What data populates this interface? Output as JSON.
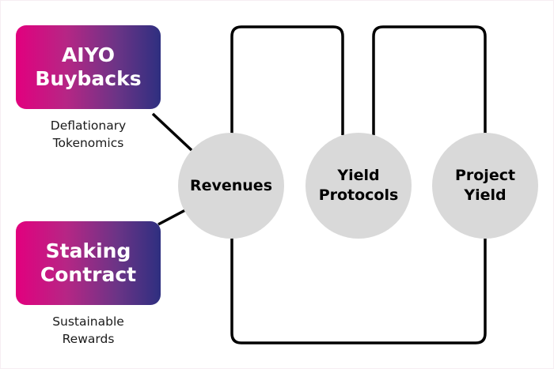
{
  "diagram": {
    "colors": {
      "gradient_start": "#e2007e",
      "gradient_end": "#2e2f80",
      "node_fill": "#d9d9d9",
      "line": "#000000"
    },
    "sources": [
      {
        "title_lines": [
          "AIYO",
          "Buybacks"
        ],
        "caption_lines": [
          "Deflationary",
          "Tokenomics"
        ]
      },
      {
        "title_lines": [
          "Staking",
          "Contract"
        ],
        "caption_lines": [
          "Sustainable",
          "Rewards"
        ]
      }
    ],
    "nodes": [
      {
        "label_lines": [
          "Revenues"
        ]
      },
      {
        "label_lines": [
          "Yield",
          "Protocols"
        ]
      },
      {
        "label_lines": [
          "Project",
          "Yield"
        ]
      }
    ],
    "edges": [
      {
        "from": "AIYO Buybacks",
        "to": "Revenues"
      },
      {
        "from": "Staking Contract",
        "to": "Revenues"
      },
      {
        "from": "Revenues",
        "to": "Yield Protocols",
        "route": "top-loop"
      },
      {
        "from": "Yield Protocols",
        "to": "Project Yield",
        "route": "top-loop"
      },
      {
        "from": "Revenues",
        "to": "Project Yield",
        "route": "bottom-loop"
      }
    ]
  }
}
